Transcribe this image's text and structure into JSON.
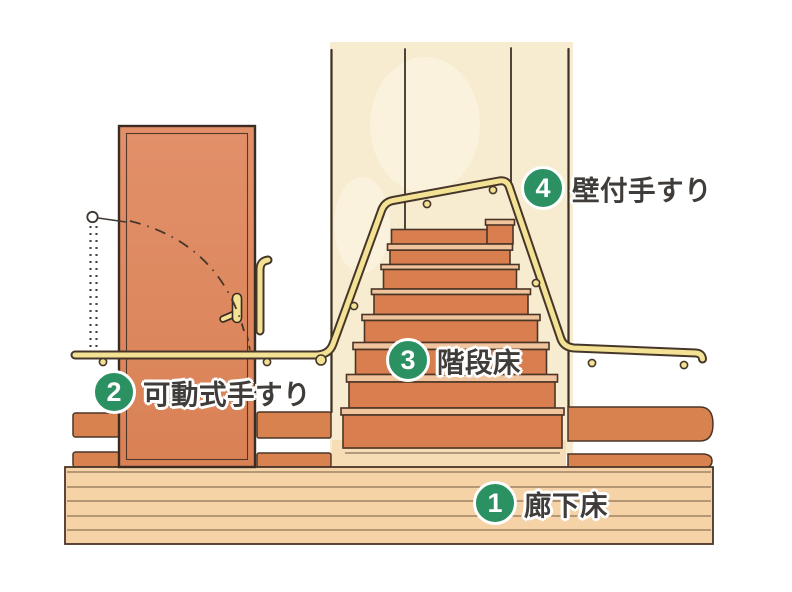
{
  "labels": [
    {
      "number": "1",
      "text": "廊下床"
    },
    {
      "number": "2",
      "text": "可動式手すり"
    },
    {
      "number": "3",
      "text": "階段床"
    },
    {
      "number": "4",
      "text": "壁付手すり"
    }
  ],
  "colors": {
    "badge_green": "#2B9163",
    "label_text": "#3F3C39",
    "rail_yellow": "#F3E294",
    "rail_outline": "#46362A",
    "door_orange": "#DF8A5E",
    "stair_riser": "#D97E4E",
    "stair_tread": "#F0C49C",
    "wall_cream": "#F7EBD0",
    "floor_peach": "#F5D3A6",
    "ink": "#4B3527"
  }
}
